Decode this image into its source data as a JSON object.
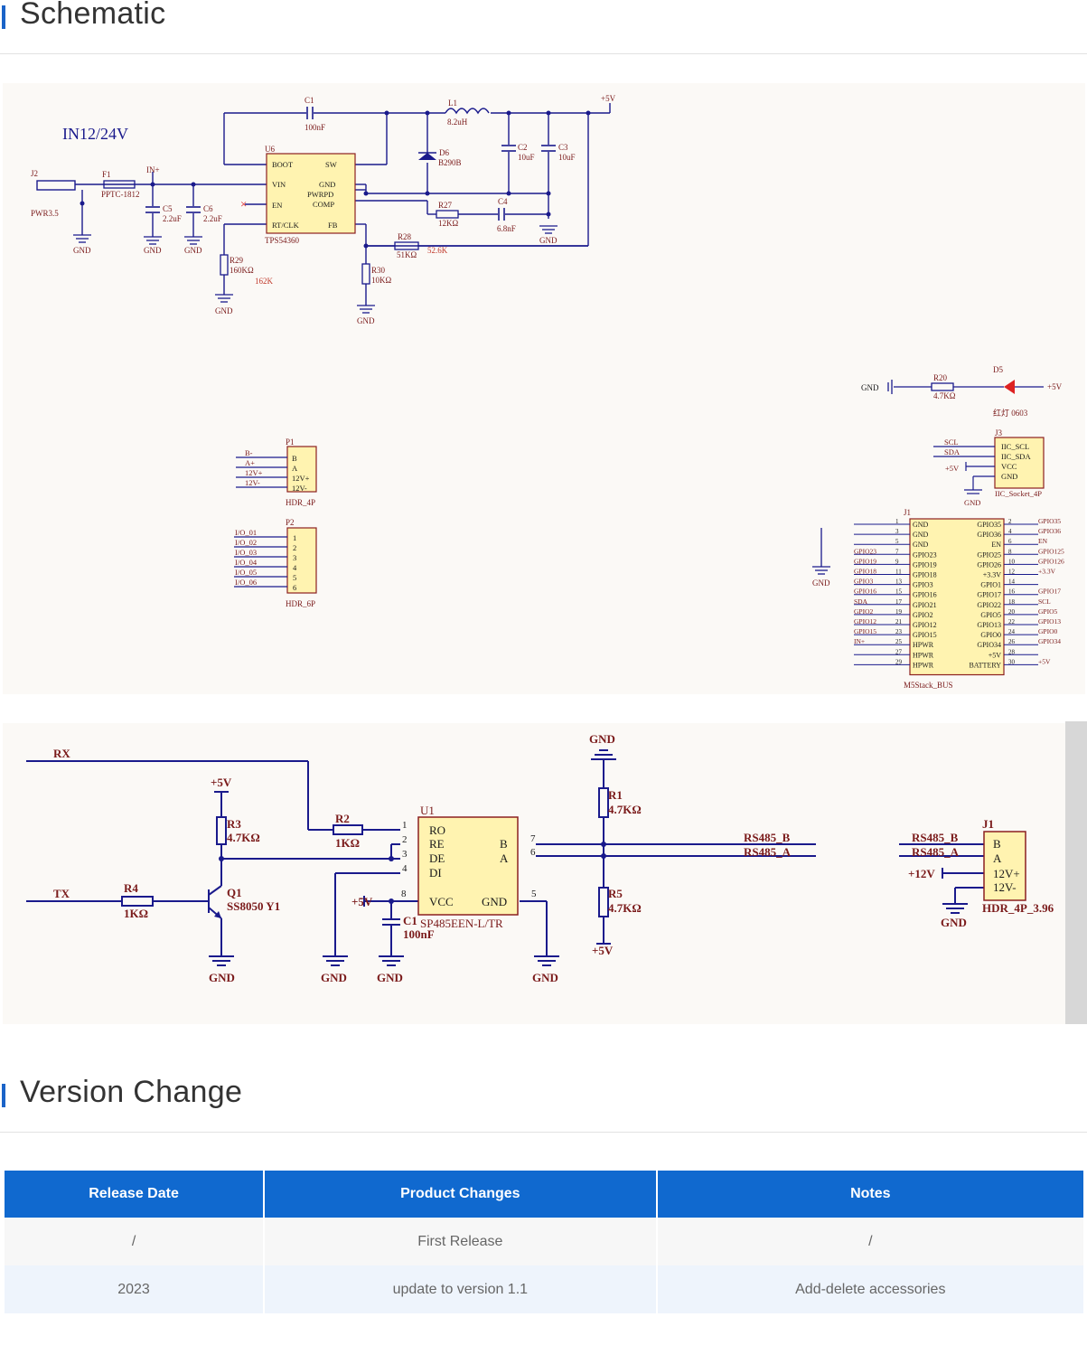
{
  "schematic": {
    "title": "Schematic",
    "power": {
      "input_label": "IN12/24V",
      "c1": "C1",
      "c1_val": "100nF",
      "l1": "L1",
      "l1_val": "8.2uH",
      "plus5v": "+5V",
      "u6": "U6",
      "u6_part": "TPS54360",
      "pins_left": [
        "BOOT",
        "VIN",
        "EN",
        "RT/CLK"
      ],
      "pins_right": [
        "SW",
        "GND",
        "PWRPD",
        "COMP",
        "FB"
      ],
      "d6": "D6",
      "d6_part": "B290B",
      "c2": "C2",
      "c2_val": "10uF",
      "c3": "C3",
      "c3_val": "10uF",
      "c4": "C4",
      "c4_val": "6.8nF",
      "r27": "R27",
      "r27_val": "12KΩ",
      "r28": "R28",
      "r28_val": "51KΩ",
      "r28_note": "52.6K",
      "r29": "R29",
      "r29_val": "160KΩ",
      "r29_note": "162K",
      "r30": "R30",
      "r30_val": "10KΩ",
      "j2": "J2",
      "j2_part": "PWR3.5",
      "f1": "F1",
      "f1_part": "PPTC-1812",
      "in_plus": "IN+",
      "c5": "C5",
      "c5_val": "2.2uF",
      "c6": "C6",
      "c6_val": "2.2uF",
      "gnd": "GND"
    },
    "led": {
      "gnd": "GND",
      "r20": "R20",
      "r20_val": "4.7KΩ",
      "d5": "D5",
      "d5_part": "红灯 0603",
      "plus5v": "+5V"
    },
    "iic": {
      "j3": "J3",
      "nets": [
        "SCL",
        "SDA",
        "+5V"
      ],
      "pins": [
        "IIC_SCL",
        "IIC_SDA",
        "VCC",
        "GND"
      ],
      "part": "IIC_Socket_4P",
      "gnd": "GND"
    },
    "p1": {
      "ref": "P1",
      "nets": [
        "B-",
        "A+",
        "12V+",
        "12V-"
      ],
      "pins": [
        "B",
        "A",
        "12V+",
        "12V-"
      ],
      "part": "HDR_4P"
    },
    "p2": {
      "ref": "P2",
      "nets": [
        "I/O_01",
        "I/O_02",
        "I/O_03",
        "I/O_04",
        "I/O_05",
        "I/O_06"
      ],
      "pins": [
        "1",
        "2",
        "3",
        "4",
        "5",
        "6"
      ],
      "part": "HDR_6P"
    },
    "bus": {
      "ref": "J1",
      "part": "M5Stack_BUS",
      "gnd": "GND",
      "left_nets": [
        "",
        "",
        "",
        "GPIO23",
        "GPIO19",
        "GPIO18",
        "GPIO3",
        "GPIO16",
        "SDA",
        "GPIO2",
        "GPIO12",
        "GPIO15",
        "IN+",
        "",
        ""
      ],
      "left_nums": [
        "1",
        "3",
        "5",
        "7",
        "9",
        "11",
        "13",
        "15",
        "17",
        "19",
        "21",
        "23",
        "25",
        "27",
        "29"
      ],
      "left_pins": [
        "GND",
        "GND",
        "GND",
        "GPIO23",
        "GPIO19",
        "GPIO18",
        "GPIO3",
        "GPIO16",
        "GPIO21",
        "GPIO2",
        "GPIO12",
        "GPIO15",
        "HPWR",
        "HPWR",
        "HPWR"
      ],
      "right_pins": [
        "GPIO35",
        "GPIO36",
        "EN",
        "GPIO25",
        "GPIO26",
        "+3.3V",
        "GPIO1",
        "GPIO17",
        "GPIO22",
        "GPIO5",
        "GPIO13",
        "GPIO0",
        "GPIO34",
        "+5V",
        "BATTERY"
      ],
      "right_nums": [
        "2",
        "4",
        "6",
        "8",
        "10",
        "12",
        "14",
        "16",
        "18",
        "20",
        "22",
        "24",
        "26",
        "28",
        "30"
      ],
      "right_nets": [
        "GPIO35",
        "GPIO36",
        "EN",
        "GPIO125",
        "GPIO126",
        "+3.3V",
        "",
        "GPIO17",
        "SCL",
        "GPIO5",
        "GPIO13",
        "GPIO0",
        "GPIO34",
        "",
        "+5V"
      ]
    },
    "rs485": {
      "rx": "RX",
      "tx": "TX",
      "plus5v": "+5V",
      "gnd": "GND",
      "r3": "R3",
      "r3_val": "4.7KΩ",
      "r4": "R4",
      "r4_val": "1KΩ",
      "q1": "Q1",
      "q1_part": "SS8050 Y1",
      "r2": "R2",
      "r2_val": "1KΩ",
      "u1": "U1",
      "u1_part": "SP485EEN-L/TR",
      "u1_left": [
        "RO",
        "RE",
        "DE",
        "DI"
      ],
      "u1_right": [
        "B",
        "A"
      ],
      "u1_vcc": "VCC",
      "u1_gnd": "GND",
      "pin_nums": [
        "1",
        "2",
        "3",
        "4",
        "8",
        "5",
        "7",
        "6"
      ],
      "c1": "C1",
      "c1_val": "100nF",
      "r1": "R1",
      "r1_val": "4.7KΩ",
      "r5": "R5",
      "r5_val": "4.7KΩ",
      "net_b": "RS485_B",
      "net_a": "RS485_A",
      "j1": "J1",
      "j1_pins": [
        "B",
        "A",
        "12V+",
        "12V-"
      ],
      "j1_part": "HDR_4P_3.96",
      "net_b2": "RS485_B",
      "net_a2": "RS485_A",
      "plus12v": "+12V"
    }
  },
  "version": {
    "title": "Version Change",
    "headers": [
      "Release Date",
      "Product Changes",
      "Notes"
    ],
    "rows": [
      [
        "/",
        "First Release",
        "/"
      ],
      [
        "2023",
        "update to version 1.1",
        "Add-delete accessories"
      ]
    ]
  },
  "colors": {
    "accent": "#1069cf",
    "title_bar": "#1a63c8",
    "wire": "#1a1a8c",
    "label": "#7a1a1a",
    "chip": "#fff3b0",
    "ic_border": "#8b2020"
  }
}
